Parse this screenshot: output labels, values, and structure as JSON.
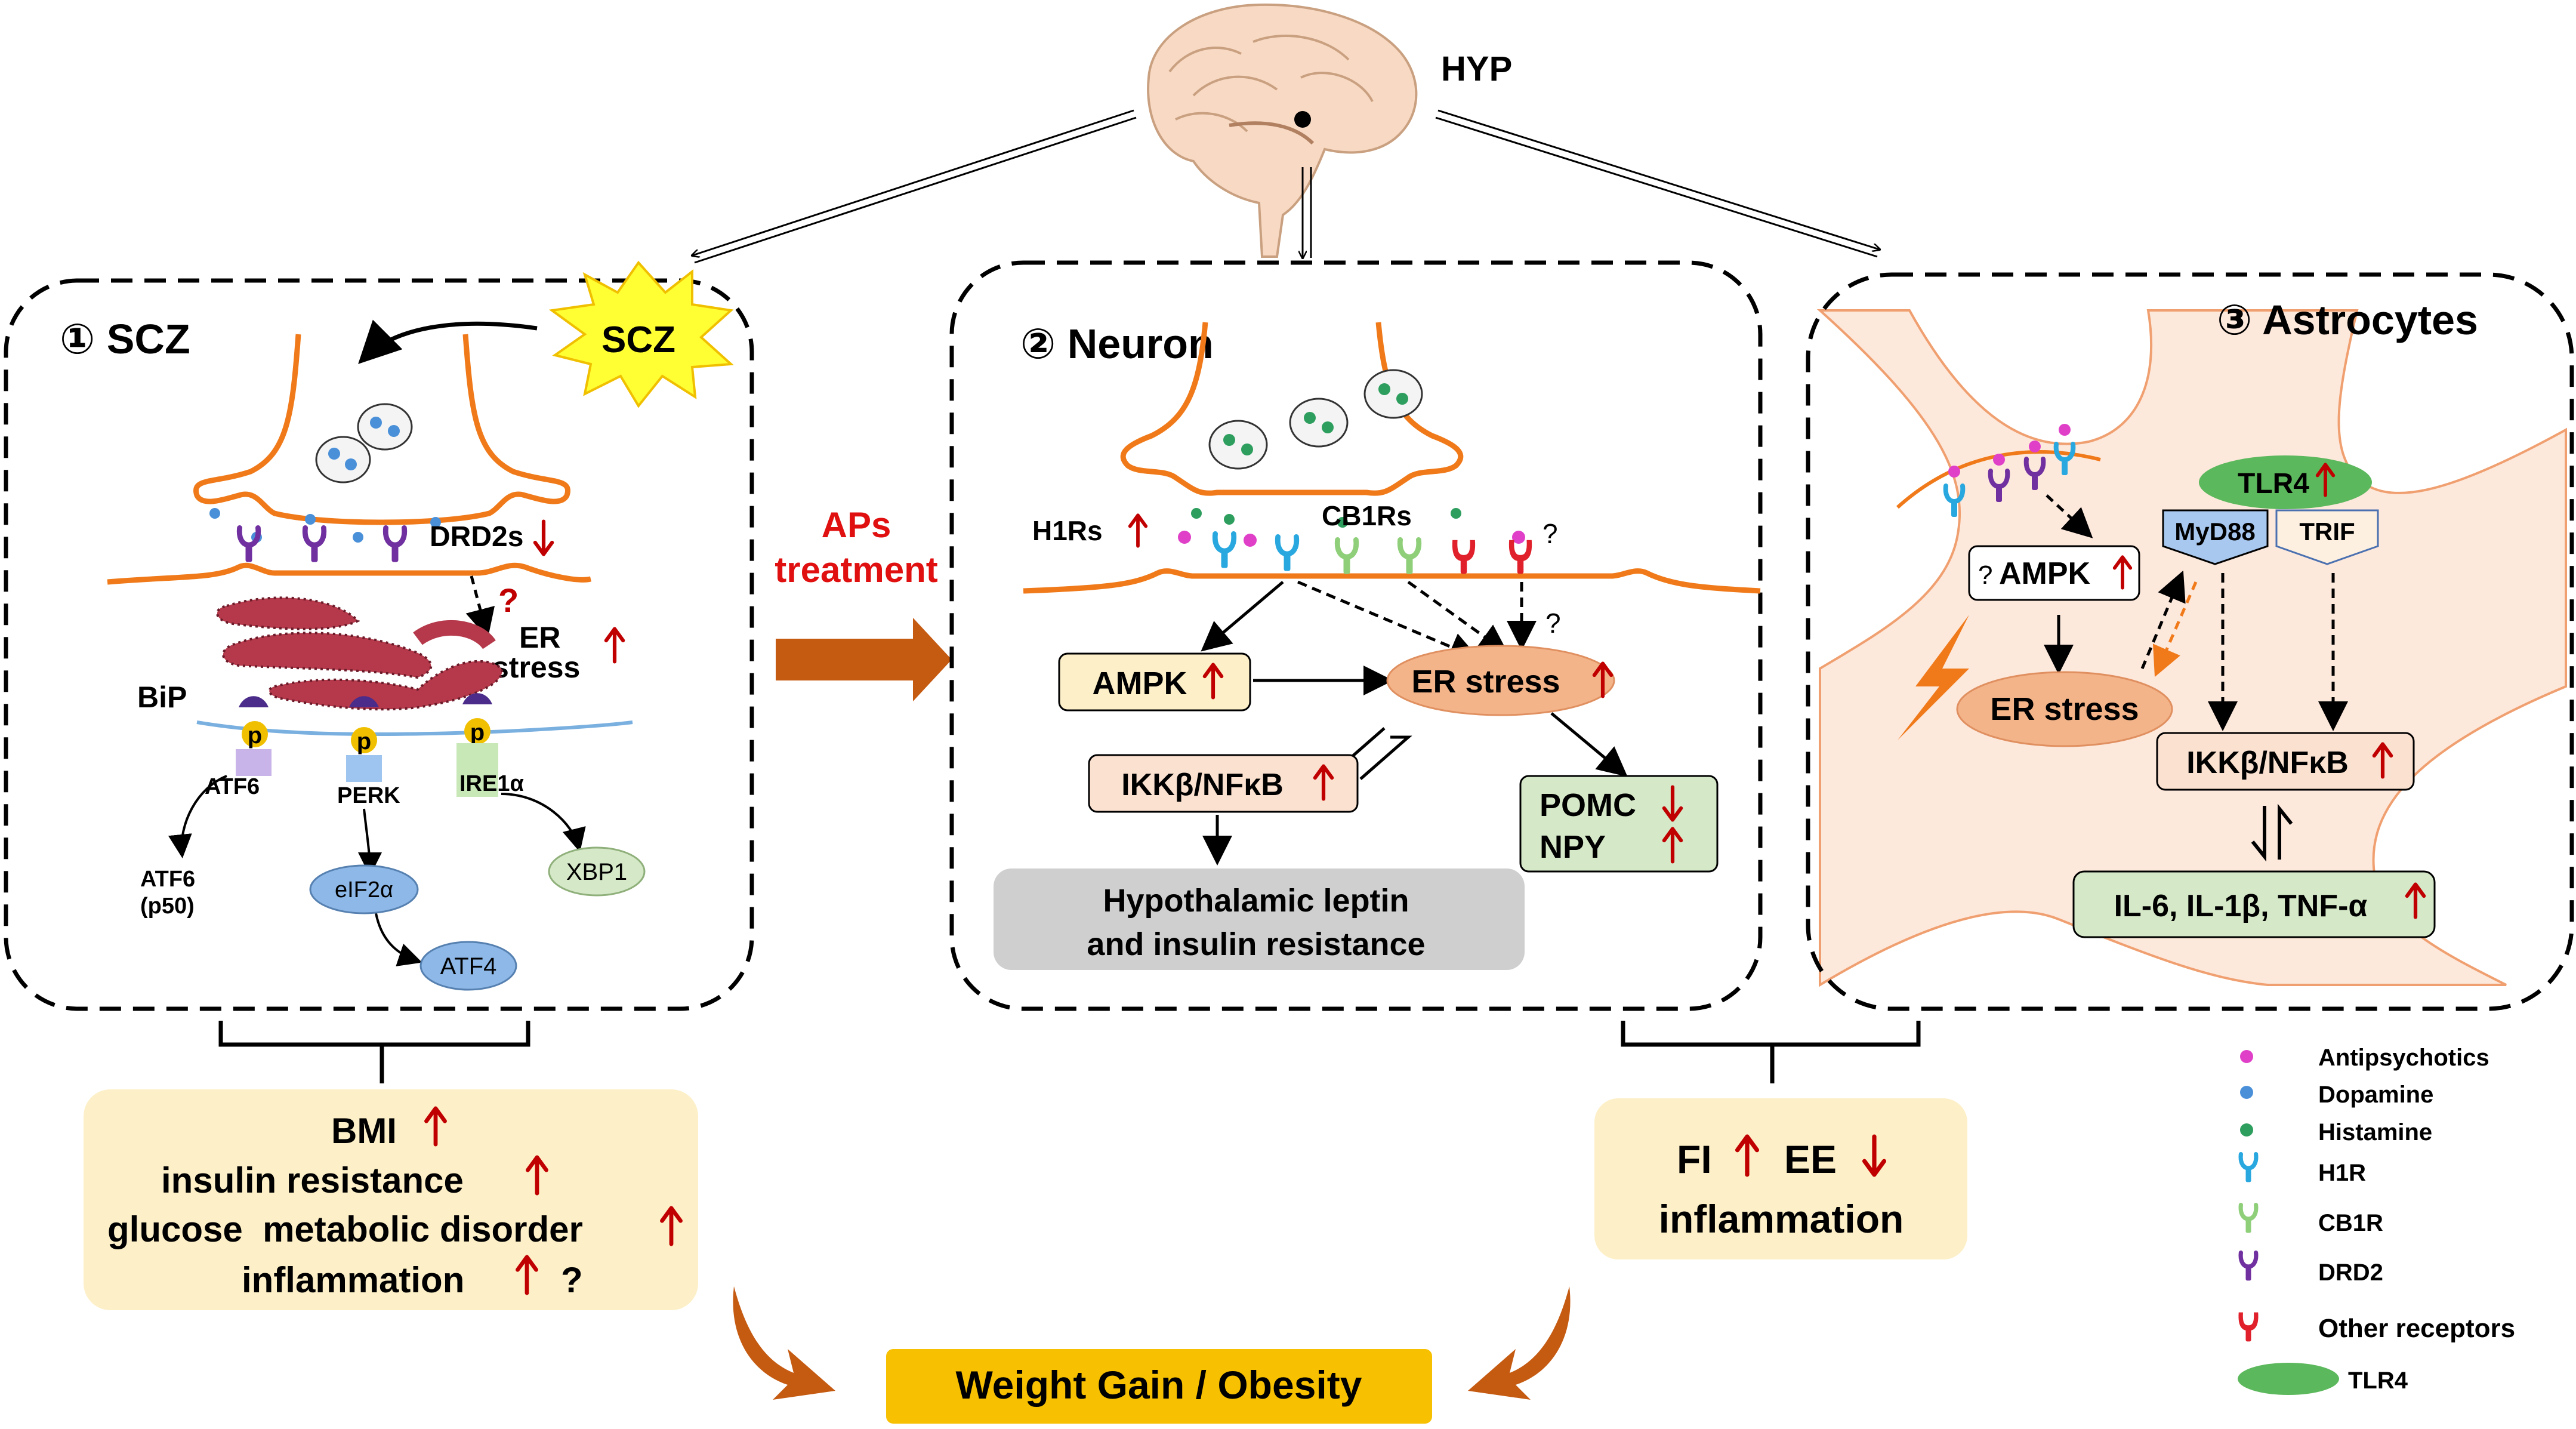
{
  "hyp": {
    "label": "HYP"
  },
  "panel1": {
    "title": "① SCZ",
    "scz_burst": "SCZ",
    "drd2s": "DRD2s",
    "er_stress_line1": "ER",
    "er_stress_line2": "stress",
    "question": "?",
    "bip": "BiP",
    "p": "p",
    "atf6": "ATF6",
    "perk": "PERK",
    "ire1a": "IRE1α",
    "atf6_p50_line1": "ATF6",
    "atf6_p50_line2": "(p50)",
    "eif2a": "eIF2α",
    "atf4": "ATF4",
    "xbp1": "XBP1"
  },
  "aps": {
    "line1": "APs",
    "line2": "treatment"
  },
  "panel2": {
    "title": "② Neuron",
    "h1rs": "H1Rs",
    "cb1rs": "CB1Rs",
    "question": "?",
    "ampk": "AMPK",
    "er_stress": "ER stress",
    "ikkb": "IKKβ/NFκB",
    "pomc": "POMC",
    "npy": "NPY",
    "hypo_line1": "Hypothalamic leptin",
    "hypo_line2": "and insulin resistance"
  },
  "panel3": {
    "title": "③ Astrocytes",
    "tlr4": "TLR4",
    "myd88": "MyD88",
    "trif": "TRIF",
    "ampk": "AMPK",
    "question": "?",
    "er_stress": "ER stress",
    "ikkb": "IKKβ/NFκB",
    "cytokines": "IL-6, IL-1β, TNF-α"
  },
  "outcome_left": {
    "line1": "BMI",
    "line2": "insulin resistance",
    "line3": "glucose  metabolic disorder",
    "line4": "inflammation",
    "question": "?"
  },
  "outcome_right": {
    "fi": "FI",
    "ee": "EE",
    "line2": "inflammation"
  },
  "weight_gain": {
    "label": "Weight Gain / Obesity"
  },
  "legend": {
    "items": [
      {
        "label": "Antipsychotics",
        "color": "#e040c8",
        "icon": "dot-icon"
      },
      {
        "label": "Dopamine",
        "color": "#4a90d9",
        "icon": "dot-icon"
      },
      {
        "label": "Histamine",
        "color": "#2e9e5e",
        "icon": "dot-icon"
      },
      {
        "label": "H1R",
        "color": "#29a8e0",
        "icon": "receptor-icon"
      },
      {
        "label": "CB1R",
        "color": "#8fcf7a",
        "icon": "receptor-icon"
      },
      {
        "label": "DRD2",
        "color": "#7030a0",
        "icon": "receptor-icon"
      },
      {
        "label": "Other receptors",
        "color": "#e0202a",
        "icon": "receptor-icon"
      },
      {
        "label": "TLR4",
        "color": "#5cb85c",
        "icon": "ellipse-icon"
      }
    ]
  },
  "colors": {
    "membrane": "#f07a1a",
    "up_arrow": "#c00000",
    "aps_text": "#e01010",
    "ampk_fill": "#fdf0c8",
    "er_fill": "#f4b489",
    "ikk_fill": "#fbe1d0",
    "green_fill": "#d5e8c8",
    "gray_fill": "#cfcfcf",
    "outcome_fill": "#fdf0c8",
    "astro_fill": "#fde8dc",
    "weight_fill": "#f7c000"
  }
}
